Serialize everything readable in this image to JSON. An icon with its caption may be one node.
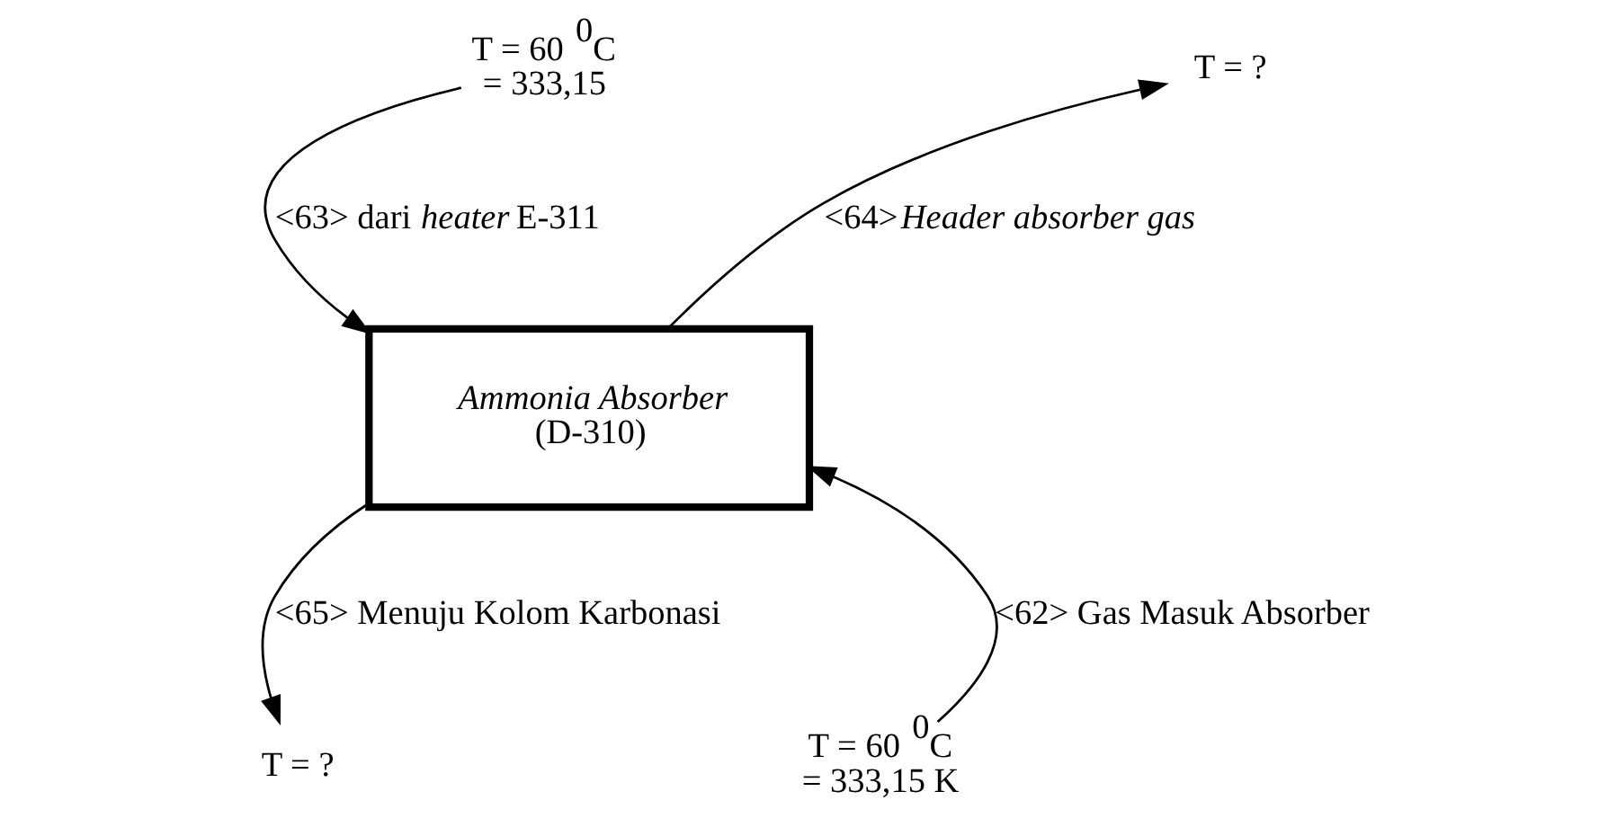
{
  "diagram": {
    "nodes": [
      {
        "text": [
          "Ammonia Absorber",
          "(D-310)"
        ]
      },
      {
        "text": [
          "T = 60 $^{0}$C",
          "= 333,15"
        ]
      },
      {
        "text": [
          "T = ?"
        ]
      },
      {
        "text": [
          "T = ?"
        ]
      },
      {
        "text": [
          "T = 60 $^{0}$C",
          "= 333,15 K"
        ]
      }
    ],
    "edges": [
      {
        "from": 1,
        "to": 0,
        "arrow": "to",
        "label": "<63> dari *heater* E-311"
      },
      {
        "from": 0,
        "to": 2,
        "arrow": "to",
        "label": "<64>*Header absorber gas*"
      },
      {
        "from": 0,
        "to": 3,
        "arrow": "to",
        "label": "<65> Menuju Kolom Karbonasi"
      },
      {
        "from": 4,
        "to": 0,
        "arrow": "to",
        "label": "<62> Gas Masuk Absorber"
      }
    ]
  }
}
